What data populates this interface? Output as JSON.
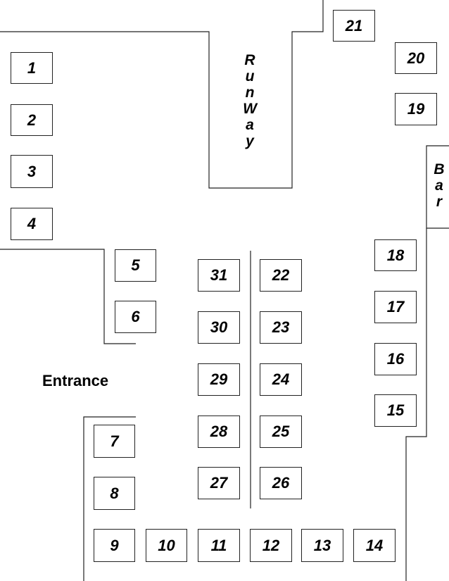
{
  "booths": [
    {
      "id": "1",
      "label": "1"
    },
    {
      "id": "2",
      "label": "2"
    },
    {
      "id": "3",
      "label": "3"
    },
    {
      "id": "4",
      "label": "4"
    },
    {
      "id": "5",
      "label": "5"
    },
    {
      "id": "6",
      "label": "6"
    },
    {
      "id": "7",
      "label": "7"
    },
    {
      "id": "8",
      "label": "8"
    },
    {
      "id": "9",
      "label": "9"
    },
    {
      "id": "10",
      "label": "10"
    },
    {
      "id": "11",
      "label": "11"
    },
    {
      "id": "12",
      "label": "12"
    },
    {
      "id": "13",
      "label": "13"
    },
    {
      "id": "14",
      "label": "14"
    },
    {
      "id": "15",
      "label": "15"
    },
    {
      "id": "16",
      "label": "16"
    },
    {
      "id": "17",
      "label": "17"
    },
    {
      "id": "18",
      "label": "18"
    },
    {
      "id": "19",
      "label": "19"
    },
    {
      "id": "20",
      "label": "20"
    },
    {
      "id": "21",
      "label": "21"
    },
    {
      "id": "22",
      "label": "22"
    },
    {
      "id": "23",
      "label": "23"
    },
    {
      "id": "24",
      "label": "24"
    },
    {
      "id": "25",
      "label": "25"
    },
    {
      "id": "26",
      "label": "26"
    },
    {
      "id": "27",
      "label": "27"
    },
    {
      "id": "28",
      "label": "28"
    },
    {
      "id": "29",
      "label": "29"
    },
    {
      "id": "30",
      "label": "30"
    },
    {
      "id": "31",
      "label": "31"
    }
  ],
  "areas": {
    "runway_letters": [
      "R",
      "u",
      "n",
      "W",
      "a",
      "y"
    ],
    "bar_letters": [
      "B",
      "a",
      "r"
    ],
    "entrance": "Entrance"
  },
  "colors": {
    "line": "#222222",
    "text": "#000000",
    "background": "#ffffff"
  }
}
